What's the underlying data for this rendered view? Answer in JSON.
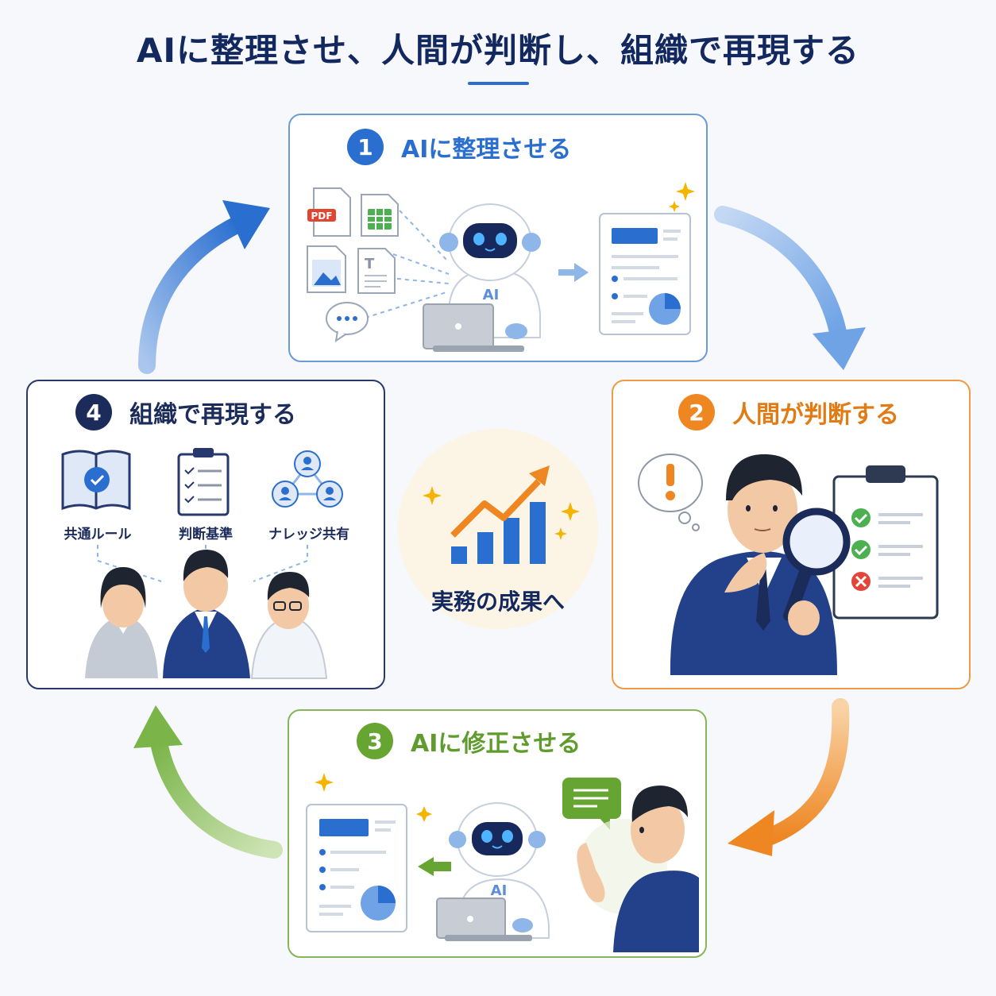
{
  "title": "AIに整理させ、人間が判断し、組織で再現する",
  "steps": [
    {
      "number": "1",
      "label": "AIに整理させる",
      "color": "#2a6fd0"
    },
    {
      "number": "2",
      "label": "人間が判断する",
      "color": "#ee8622"
    },
    {
      "number": "3",
      "label": "AIに修正させる",
      "color": "#67a533"
    },
    {
      "number": "4",
      "label": "組織で再現する",
      "color": "#1b2b5a"
    }
  ],
  "step1": {
    "file_badge": "PDF",
    "robot_badge": "AI"
  },
  "step3": {
    "robot_badge": "AI"
  },
  "step4": {
    "items": [
      "共通ルール",
      "判断基準",
      "ナレッジ共有"
    ]
  },
  "center": {
    "label": "実務の成果へ"
  },
  "icons": [
    "pdf-file-icon",
    "spreadsheet-file-icon",
    "image-file-icon",
    "text-file-icon",
    "chat-bubble-icon",
    "robot-icon",
    "document-report-icon",
    "thought-exclamation-icon",
    "magnifier-icon",
    "clipboard-checklist-icon",
    "speech-bubble-icon",
    "book-check-icon",
    "people-network-icon",
    "growth-chart-icon"
  ]
}
